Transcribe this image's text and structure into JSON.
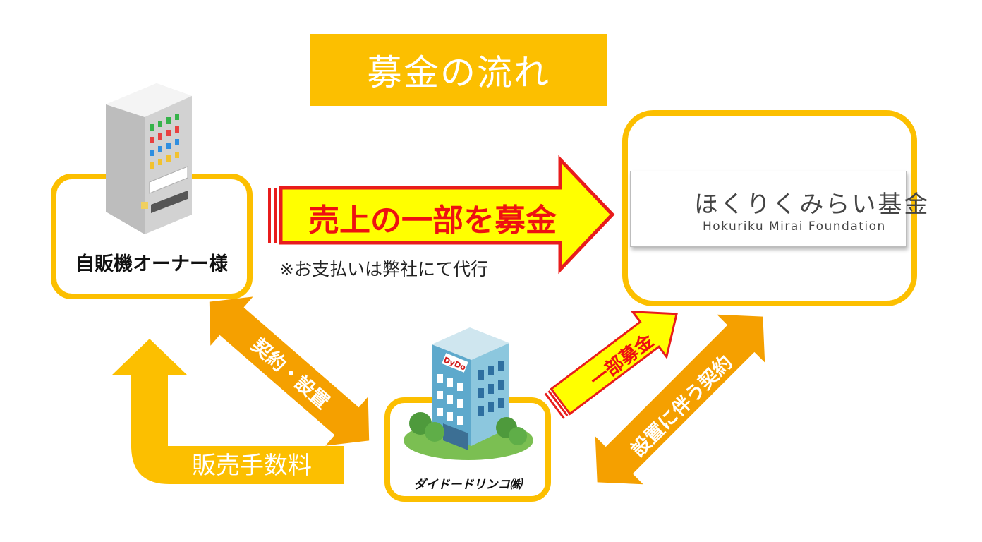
{
  "title": "募金の流れ",
  "owner": {
    "label": "自販機オーナー様"
  },
  "foundation": {
    "name_jp": "ほくりくみらい基金",
    "name_en": "Hokuriku Mirai Foundation"
  },
  "company": {
    "label": "ダイドードリンコ㈱",
    "sign_text": "DyDo"
  },
  "flows": {
    "sales_donation": "売上の一部を募金",
    "payment_note": "※お支払いは弊社にて代行",
    "contract_install": "契約・設置",
    "partial_donation": "一部募金",
    "install_contract": "設置に伴う契約",
    "sales_commission": "販売手数料"
  },
  "colors": {
    "accent_yellow": "#fcbf00",
    "arrow_orange": "#f5a000",
    "arrow_bright_yellow": "#ffff00",
    "arrow_red_text": "#ee1111",
    "arrow_red_border": "#e81c1c"
  },
  "icons": [
    "vending-machine-icon",
    "office-building-icon",
    "foundation-logo-icon"
  ]
}
